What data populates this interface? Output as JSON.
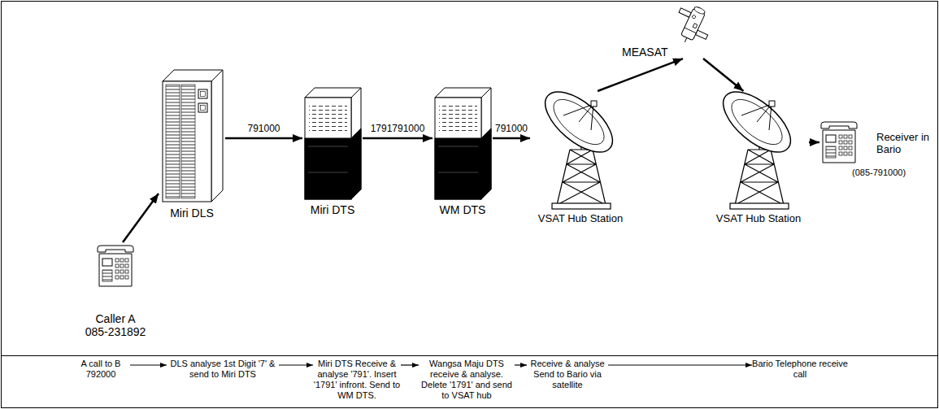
{
  "diagram": {
    "nodes": [
      {
        "text": [
          "Caller A",
          "085-231892"
        ]
      },
      {
        "text": [
          "Miri DLS"
        ]
      },
      {
        "text": [
          "Miri DTS"
        ]
      },
      {
        "text": [
          "WM DTS"
        ]
      },
      {
        "text": [
          "VSAT Hub Station"
        ]
      },
      {
        "text": [
          "MEASAT"
        ]
      },
      {
        "text": [
          "VSAT Hub Station"
        ]
      },
      {
        "text": [
          "Receiver in Bario",
          "(085-791000)"
        ]
      },
      {
        "text": [
          "A call to B 792000"
        ]
      },
      {
        "text": [
          "DLS analyse 1st Digit '7' & send to Miri DTS"
        ]
      },
      {
        "text": [
          "Miri DTS Receive & analyse '791'. Insert '1791' infront. Send to WM DTS."
        ]
      },
      {
        "text": [
          "Wangsa Maju DTS receive & analyse. Delete '1791' and send to VSAT hub"
        ]
      },
      {
        "text": [
          "Receive & analyse Send to Bario via satellite"
        ]
      },
      {
        "text": [
          "Bario Telephone receive call"
        ]
      }
    ],
    "edges": [
      {
        "from": 0,
        "to": 1,
        "arrow": "to"
      },
      {
        "from": 1,
        "to": 2,
        "arrow": "to",
        "label": "791000"
      },
      {
        "from": 2,
        "to": 3,
        "arrow": "to",
        "label": "1791791000"
      },
      {
        "from": 3,
        "to": 4,
        "arrow": "to",
        "label": "791000"
      },
      {
        "from": 4,
        "to": 5,
        "arrow": "to"
      },
      {
        "from": 5,
        "to": 6,
        "arrow": "to"
      },
      {
        "from": 6,
        "to": 7,
        "arrow": "to"
      },
      {
        "from": 8,
        "to": 9,
        "arrow": "to"
      },
      {
        "from": 9,
        "to": 10,
        "arrow": "to"
      },
      {
        "from": 10,
        "to": 11,
        "arrow": "to"
      },
      {
        "from": 11,
        "to": 12,
        "arrow": "to"
      },
      {
        "from": 12,
        "to": 13,
        "arrow": "to"
      }
    ]
  }
}
